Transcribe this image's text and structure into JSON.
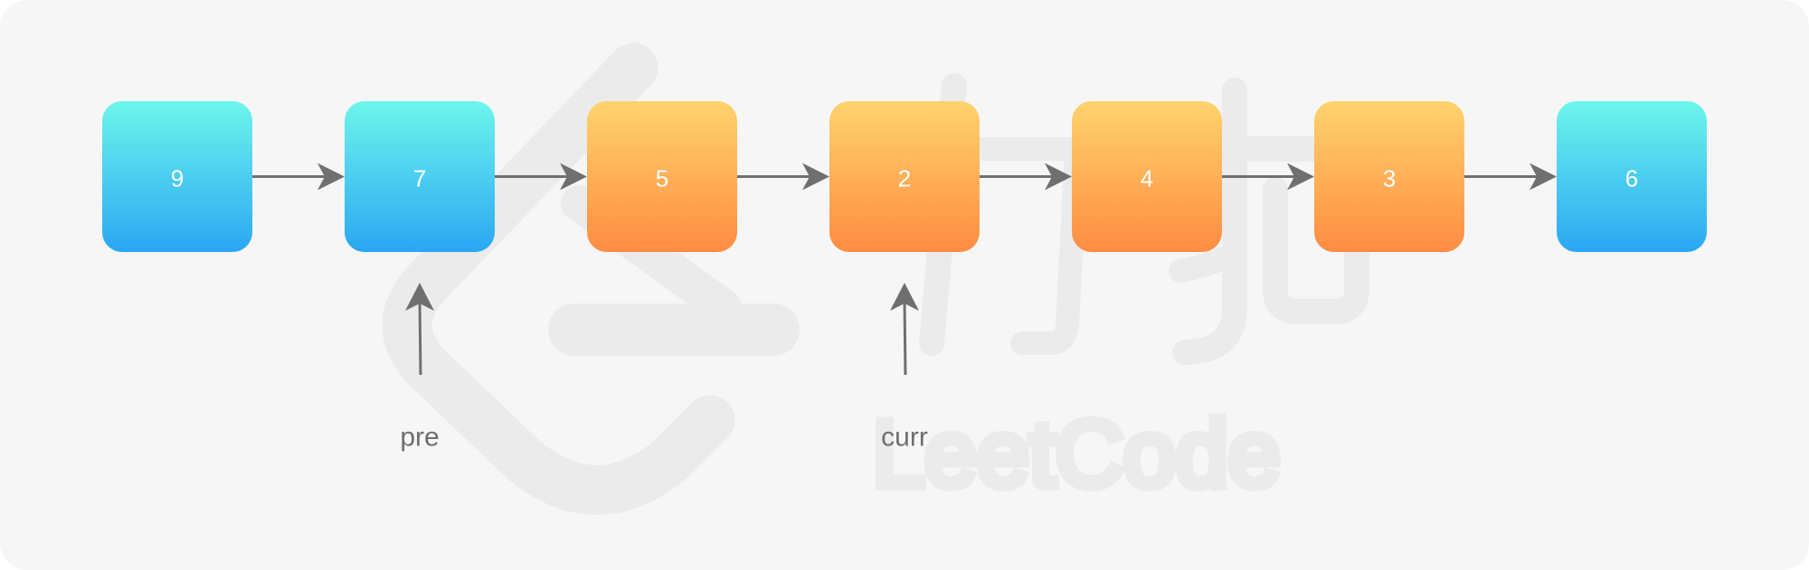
{
  "diagram": {
    "nodes": [
      {
        "value": "9",
        "style": "blue"
      },
      {
        "value": "7",
        "style": "blue"
      },
      {
        "value": "5",
        "style": "orange"
      },
      {
        "value": "2",
        "style": "orange"
      },
      {
        "value": "4",
        "style": "orange"
      },
      {
        "value": "3",
        "style": "orange"
      },
      {
        "value": "6",
        "style": "blue"
      }
    ],
    "pointers": [
      {
        "label": "pre",
        "target_index": 1
      },
      {
        "label": "curr",
        "target_index": 3
      }
    ],
    "colors": {
      "background": "#f6f6f6",
      "blue_top": "#6ef5ec",
      "blue_bottom": "#2aa7f3",
      "orange_top": "#ffd36d",
      "orange_bottom": "#ff8c42",
      "arrow": "#6f6f6f",
      "node_text": "#ffffff",
      "watermark": "#ebebeb"
    },
    "watermark": "LeetCode"
  }
}
